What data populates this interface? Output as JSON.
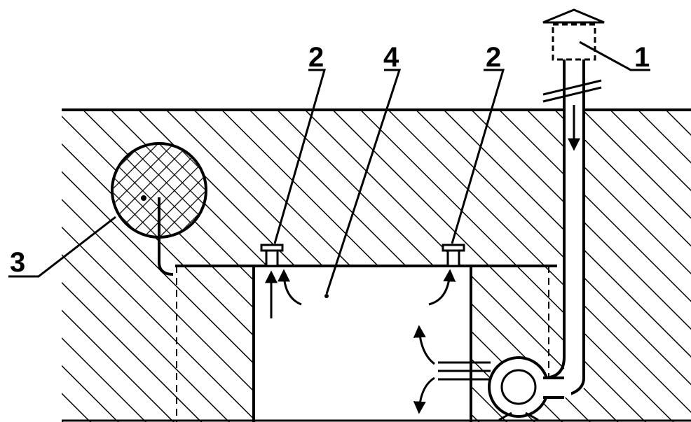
{
  "labels": {
    "cap": "1",
    "vent_left": "2",
    "vent_right": "2",
    "pile": "3",
    "chamber": "4"
  }
}
